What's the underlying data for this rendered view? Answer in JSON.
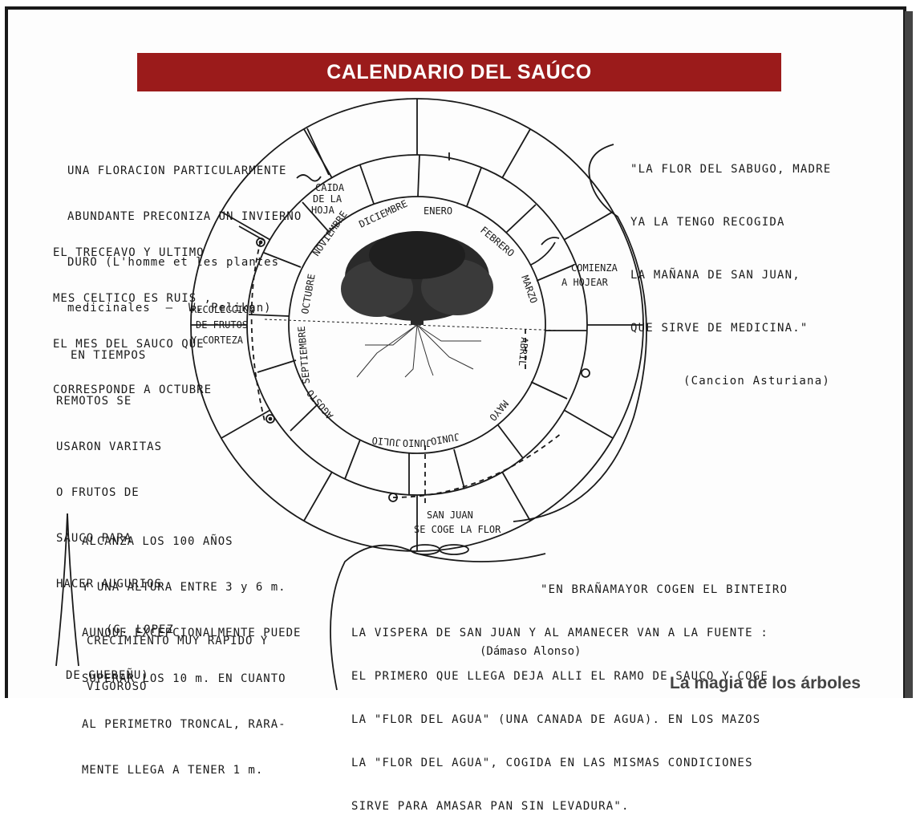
{
  "title": "CALENDARIO DEL SAÚCO",
  "footer": "La magia de los árboles",
  "months": [
    "ENERO",
    "FEBRERO",
    "MARZO",
    "ABRIL",
    "MAYO",
    "JUNIO",
    "JUNIO",
    "JULIO",
    "AGOSTO",
    "SEPTIEMBRE",
    "OCTUBRE",
    "NOVIEMBRE",
    "DICIEMBRE"
  ],
  "ring_labels": {
    "caida": [
      "CAIDA",
      "DE LA",
      "HOJA"
    ],
    "comienza": [
      "COMIENZA",
      "A  HOJEAR"
    ],
    "recoleccion": [
      "RECOLECCION",
      "DE FRUTOS",
      "Y CORTEZA"
    ],
    "san_juan": [
      "SAN JUAN",
      "SE COGE LA FLOR"
    ]
  },
  "notes": {
    "floracion": [
      "UNA FLORACION PARTICULARMENTE",
      "ABUNDANTE PRECONIZA UN INVIERNO",
      "DURO (L'homme et les plantes",
      "medicinales  —  W. Pelikan)"
    ],
    "celtico": [
      "EL TRECEAVO Y ULTIMO",
      "MES CELTICO ES RUIS ,",
      "EL MES DEL SAUCO QUE",
      "CORRESPONDE A OCTUBRE"
    ],
    "augurios": [
      "EN TIEMPOS",
      "REMOTOS SE",
      "USARON VARITAS",
      "O FRUTOS DE",
      "SAUCO PARA",
      "HACER AUGURIOS",
      "(G. LOPEZ",
      "DE GUEREÑU)"
    ],
    "altura": [
      "ALCANZA LOS 100 AÑOS",
      "Y UNA ALTURA ENTRE 3 y 6 m.",
      "AUNQUE EXCEPCIONALMENTE PUEDE",
      "SUPERAR LOS 10 m. EN CUANTO",
      "AL PERIMETRO TRONCAL, RARA-",
      "MENTE LLEGA A TENER 1 m."
    ],
    "crecimiento": [
      "CRECIMIENTO MUY RAPIDO Y",
      "VIGOROSO"
    ]
  },
  "quotes": {
    "asturiana": {
      "lines": [
        "\"LA FLOR DEL SABUGO, MADRE",
        "YA LA TENGO RECOGIDA",
        "LA MAÑANA DE SAN JUAN,",
        "QUE SIRVE DE MEDICINA.\""
      ],
      "credit": "(Cancion Asturiana)"
    },
    "branamayor": {
      "lines": [
        "\"EN BRAÑAMAYOR COGEN EL BINTEIRO",
        "LA VISPERA DE SAN JUAN Y AL AMANECER VAN A LA FUENTE :",
        "EL PRIMERO QUE LLEGA DEJA ALLI EL RAMO DE SAUCO Y COGE",
        "LA \"FLOR DEL AGUA\" (UNA CANADA DE AGUA). EN LOS MAZOS",
        "LA \"FLOR DEL AGUA\", COGIDA EN LAS MISMAS CONDICIONES",
        "SIRVE PARA AMASAR PAN SIN LEVADURA\"."
      ],
      "credit": "(Dámaso Alonso)"
    }
  }
}
